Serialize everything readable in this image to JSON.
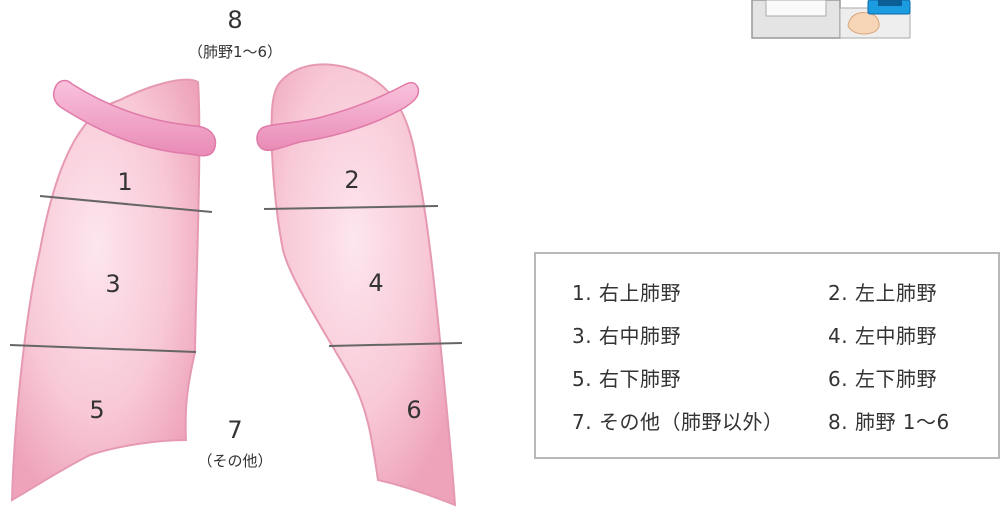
{
  "regions": {
    "r1": "1",
    "r2": "2",
    "r3": "3",
    "r4": "4",
    "r5": "5",
    "r6": "6",
    "r7": "7",
    "r7_sub": "（その他）",
    "r8": "8",
    "r8_sub": "（肺野1～6）"
  },
  "legend": {
    "items": [
      "1. 右上肺野",
      "2. 左上肺野",
      "3. 右中肺野",
      "4. 左中肺野",
      "5. 右下肺野",
      "6. 左下肺野",
      "7. その他（肺野以外）",
      "8. 肺野 1～6"
    ]
  },
  "colors": {
    "lung_fill": "#f4b8c8",
    "lung_edge": "#e38ea6",
    "clavicle": "#ef9fc4",
    "divider": "#666666"
  }
}
